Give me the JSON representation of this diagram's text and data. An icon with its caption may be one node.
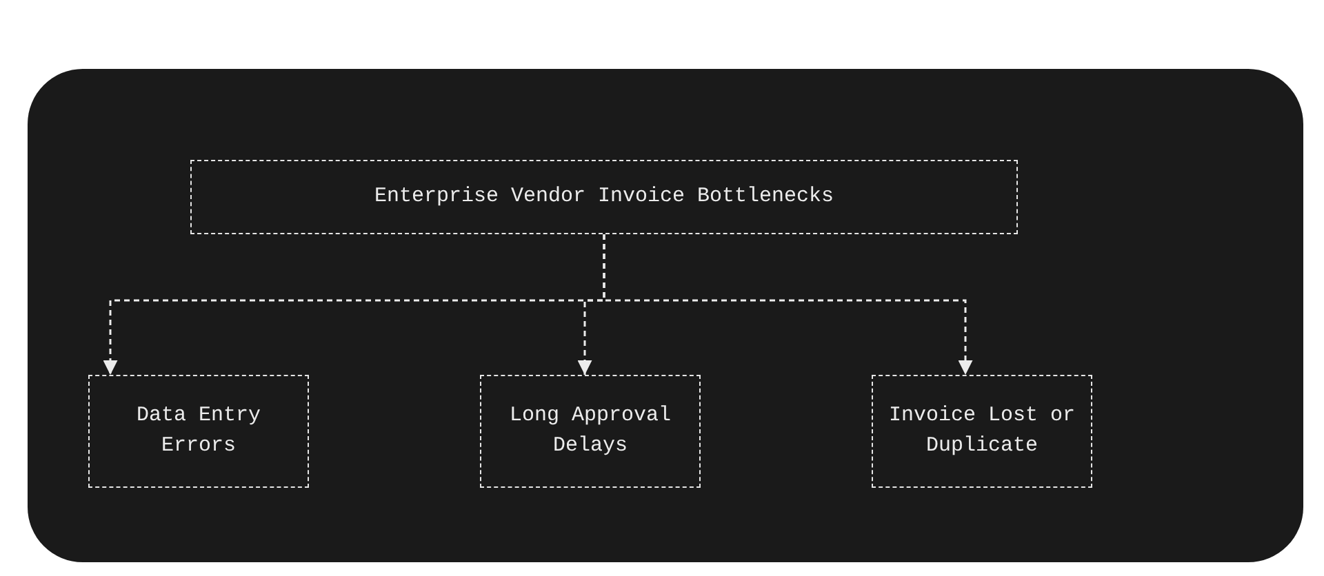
{
  "diagram": {
    "nodes": [
      {
        "text": [
          "Enterprise Vendor Invoice Bottlenecks"
        ]
      },
      {
        "text": [
          "Data Entry Errors"
        ]
      },
      {
        "text": [
          "Long Approval Delays"
        ]
      },
      {
        "text": [
          "Invoice Lost or Duplicate"
        ]
      }
    ],
    "edges": [
      {
        "from": 0,
        "to": 1,
        "arrow": "to"
      },
      {
        "from": 0,
        "to": 2,
        "arrow": "to"
      },
      {
        "from": 0,
        "to": 3,
        "arrow": "to"
      }
    ]
  }
}
